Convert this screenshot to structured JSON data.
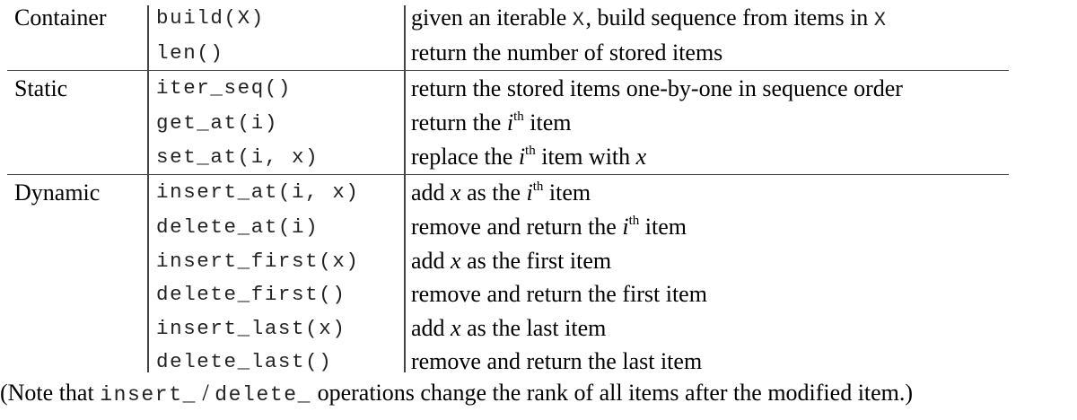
{
  "table": {
    "groups": [
      {
        "category": "Container",
        "rows": [
          {
            "op": "build(X)",
            "desc": [
              "given an iterable ",
              "X",
              ", build sequence from items in ",
              "X"
            ]
          },
          {
            "op": "len()",
            "desc": [
              "return the number of stored items"
            ]
          }
        ]
      },
      {
        "category": "Static",
        "rows": [
          {
            "op": "iter_seq()",
            "desc": [
              "return the stored items one-by-one in sequence order"
            ]
          },
          {
            "op": "get_at(i)",
            "desc": [
              "return the ",
              "i",
              "th",
              " item"
            ]
          },
          {
            "op": "set_at(i, x)",
            "desc": [
              "replace the ",
              "i",
              "th",
              " item with ",
              "x"
            ]
          }
        ]
      },
      {
        "category": "Dynamic",
        "rows": [
          {
            "op": "insert_at(i, x)",
            "desc": [
              "add ",
              "x",
              " as the ",
              "i",
              "th",
              " item"
            ]
          },
          {
            "op": "delete_at(i)",
            "desc": [
              "remove and return the ",
              "i",
              "th",
              " item"
            ]
          },
          {
            "op": "insert_first(x)",
            "desc": [
              "add ",
              "x",
              " as the first item"
            ]
          },
          {
            "op": "delete_first()",
            "desc": [
              "remove and return the first item"
            ]
          },
          {
            "op": "insert_last(x)",
            "desc": [
              "add ",
              "x",
              " as the last item"
            ]
          },
          {
            "op": "delete_last()",
            "desc": [
              "remove and return the last item"
            ]
          }
        ]
      }
    ]
  },
  "note": {
    "prefix": "(Note that ",
    "code1": "insert_",
    "sep": " / ",
    "code2": "delete_",
    "suffix": " operations change the rank of all items after the modified item.)"
  }
}
